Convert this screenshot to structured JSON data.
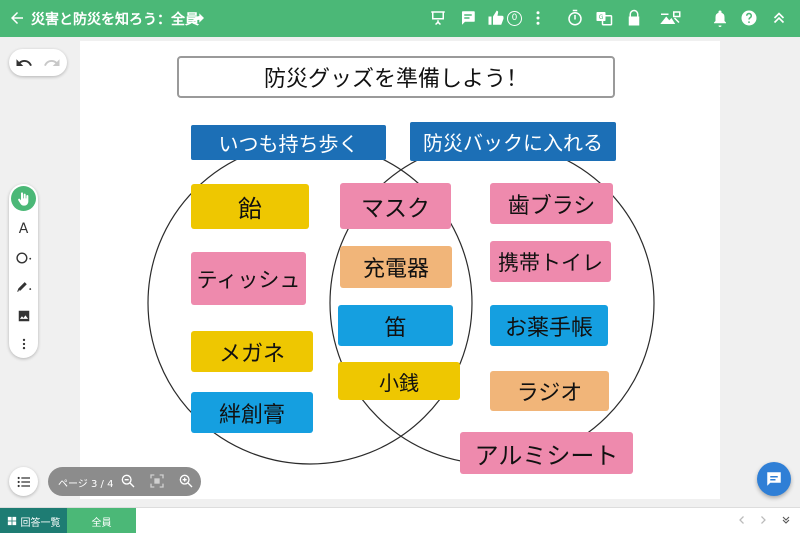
{
  "header": {
    "title": "災害と防災を知ろう：全員",
    "like_count": "0"
  },
  "canvas": {
    "title": "防災グッズを準備しよう！",
    "labels": {
      "left": "いつも持ち歩く",
      "right": "防災バックに入れる"
    },
    "stickies": [
      {
        "text": "飴",
        "color": "#eec701"
      },
      {
        "text": "ティッシュ",
        "color": "#ee8aad"
      },
      {
        "text": "メガネ",
        "color": "#eec701"
      },
      {
        "text": "絆創膏",
        "color": "#159fe0"
      },
      {
        "text": "マスク",
        "color": "#ee8aad"
      },
      {
        "text": "充電器",
        "color": "#f1b579"
      },
      {
        "text": "笛",
        "color": "#159fe0"
      },
      {
        "text": "小銭",
        "color": "#eec701"
      },
      {
        "text": "歯ブラシ",
        "color": "#ee8aad"
      },
      {
        "text": "携帯トイレ",
        "color": "#ee8aad"
      },
      {
        "text": "お薬手帳",
        "color": "#159fe0"
      },
      {
        "text": "ラジオ",
        "color": "#f1b579"
      },
      {
        "text": "アルミシート",
        "color": "#ee8aad"
      }
    ]
  },
  "tools": {
    "text_tool": "A"
  },
  "pagenav": {
    "label": "ページ 3 / 4"
  },
  "bottombar": {
    "answers_label": "回答一覧",
    "all_label": "全員"
  },
  "colors": {
    "brand": "#4bb877",
    "label_blue": "#1c6fb6"
  }
}
